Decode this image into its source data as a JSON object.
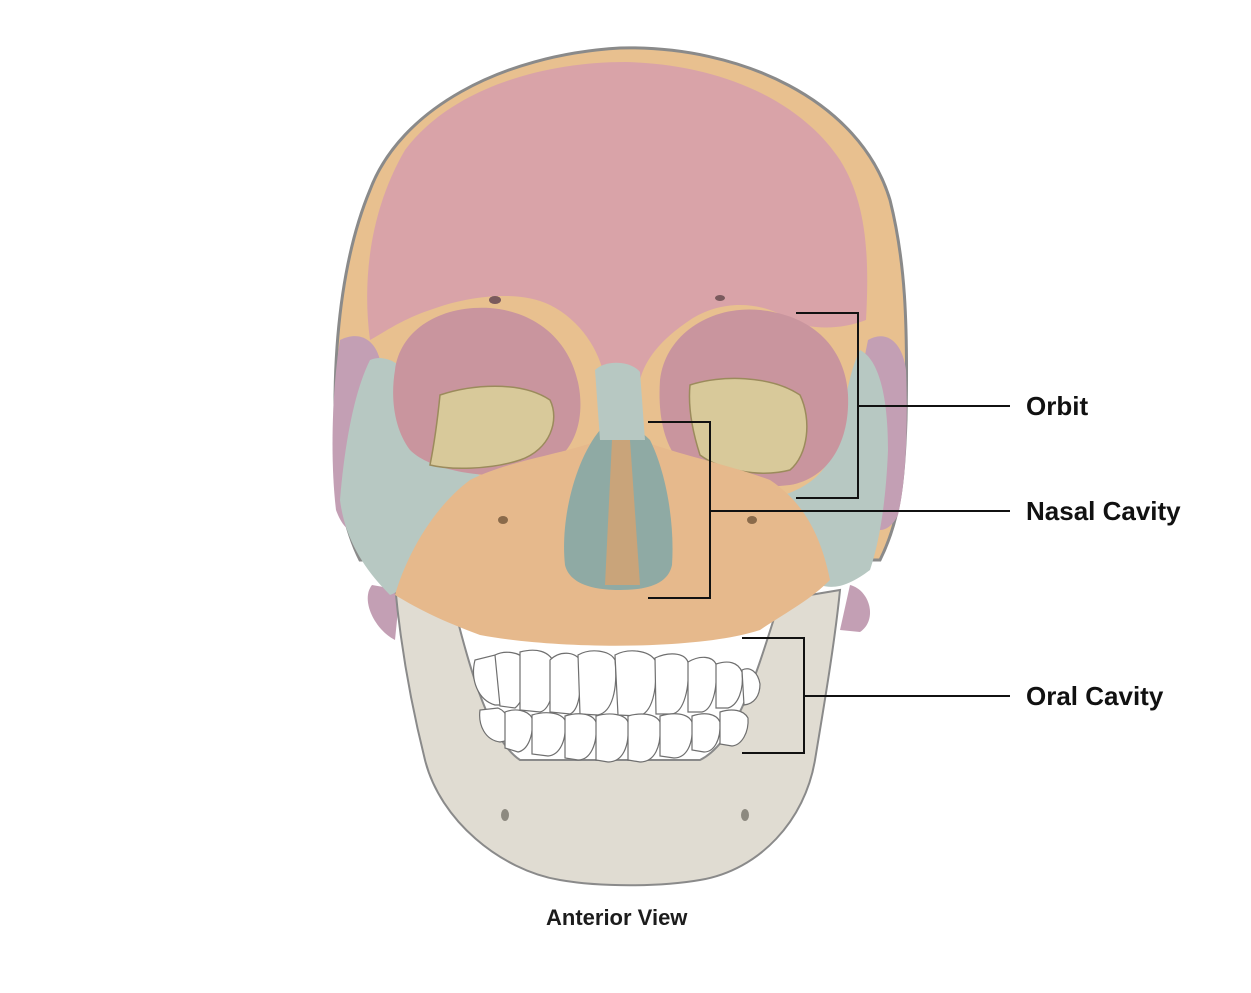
{
  "labels": {
    "orbit": "Orbit",
    "nasal_cavity": "Nasal Cavity",
    "oral_cavity": "Oral Cavity"
  },
  "caption": "Anterior View",
  "colors": {
    "frontal": "#d9a3a8",
    "parietal": "#e8c08f",
    "temporal": "#c39fb4",
    "zygomatic": "#b7c8c2",
    "maxilla": "#e6b98c",
    "sphenoid": "#d8c99a",
    "mandible": "#e0dcd2",
    "teeth": "#ffffff",
    "outline": "#8a8a8a",
    "leader": "#111111"
  }
}
